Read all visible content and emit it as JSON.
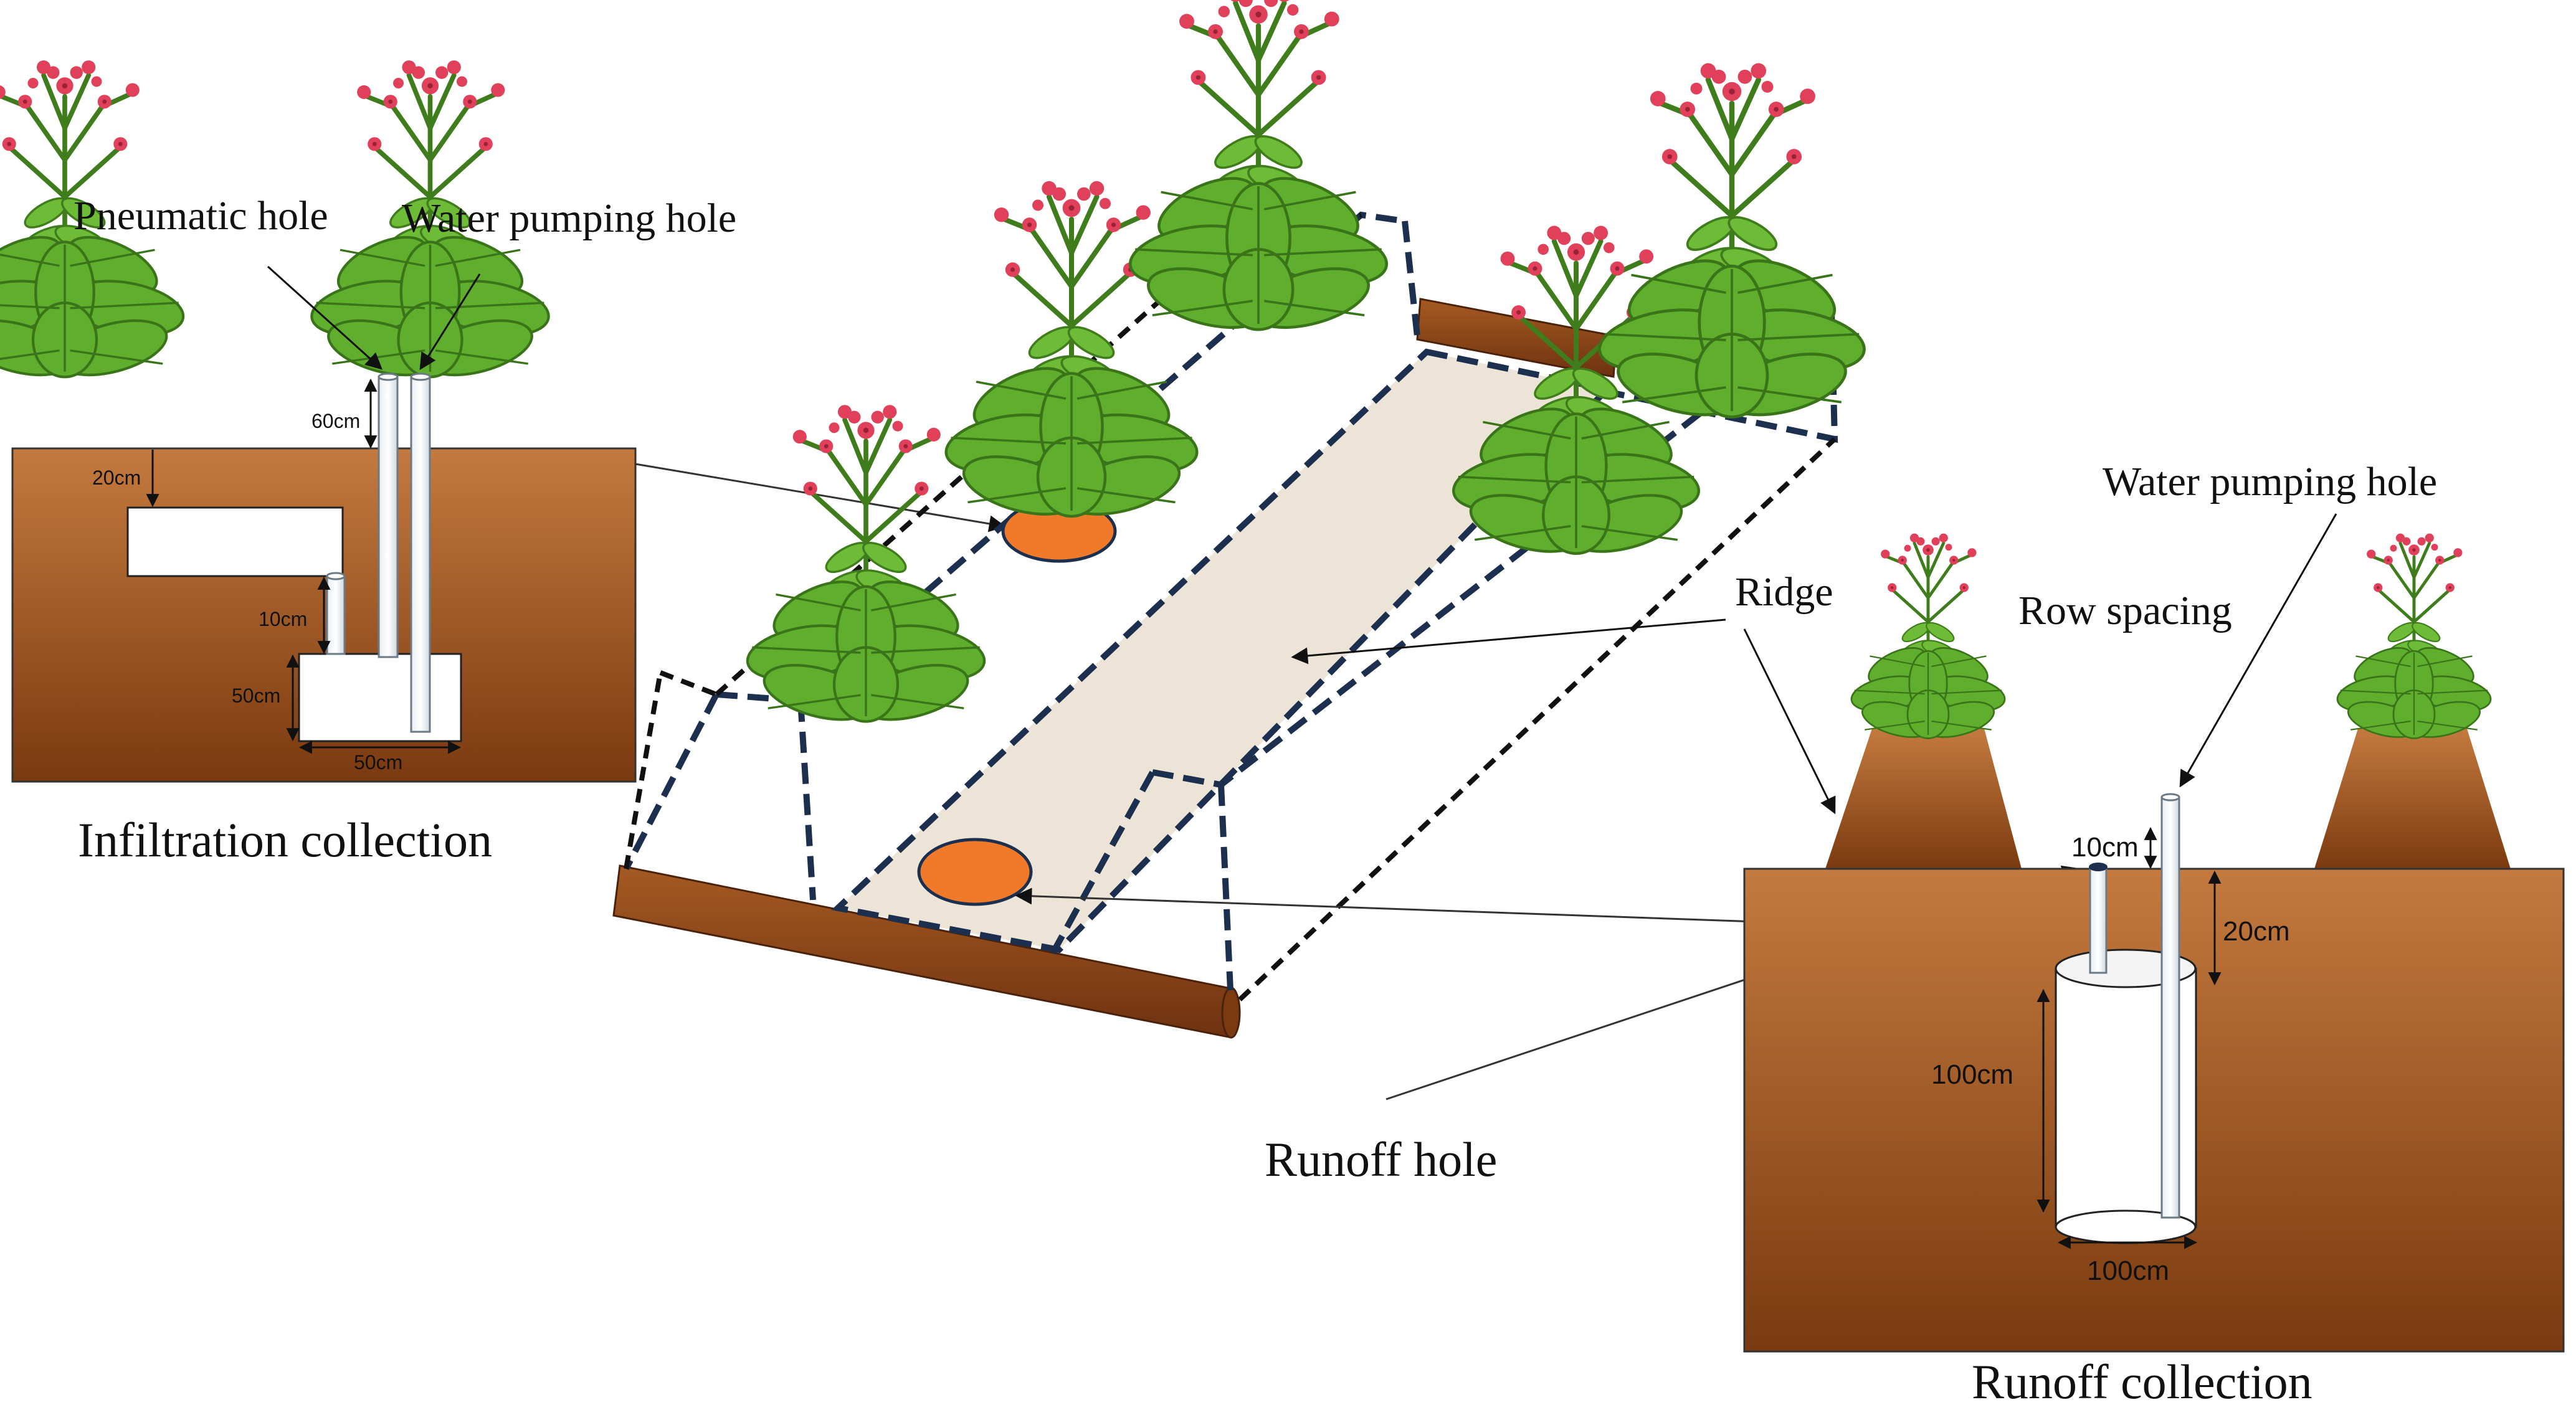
{
  "colors": {
    "soil_top": "#c47a3e",
    "soil_bottom": "#7a3a10",
    "board": "#8b4513",
    "hole": "#f07a2a",
    "strip": "#ece4d6",
    "dash": "#1c2f4f",
    "leaf": "#5fae2e",
    "leaf_dark": "#3f7d1c",
    "flower": "#e0405a"
  },
  "infiltration": {
    "caption": "Infiltration collection",
    "pneumatic_label": "Pneumatic hole",
    "pump_label": "Water pumping hole",
    "dim_60": "60cm",
    "dim_20": "20cm",
    "dim_10": "10cm",
    "dim_50_v": "50cm",
    "dim_50_h": "50cm"
  },
  "center": {
    "ridge_label": "Ridge",
    "row_spacing_label": "Row spacing",
    "runoff_hole_label": "Runoff hole"
  },
  "runoff": {
    "caption": "Runoff collection",
    "pump_label": "Water pumping hole",
    "dim_10": "10cm",
    "dim_20": "20cm",
    "dim_100_v": "100cm",
    "dim_100_h": "100cm"
  },
  "icons": [
    "tobacco-plant-icon",
    "arrow-icon"
  ]
}
